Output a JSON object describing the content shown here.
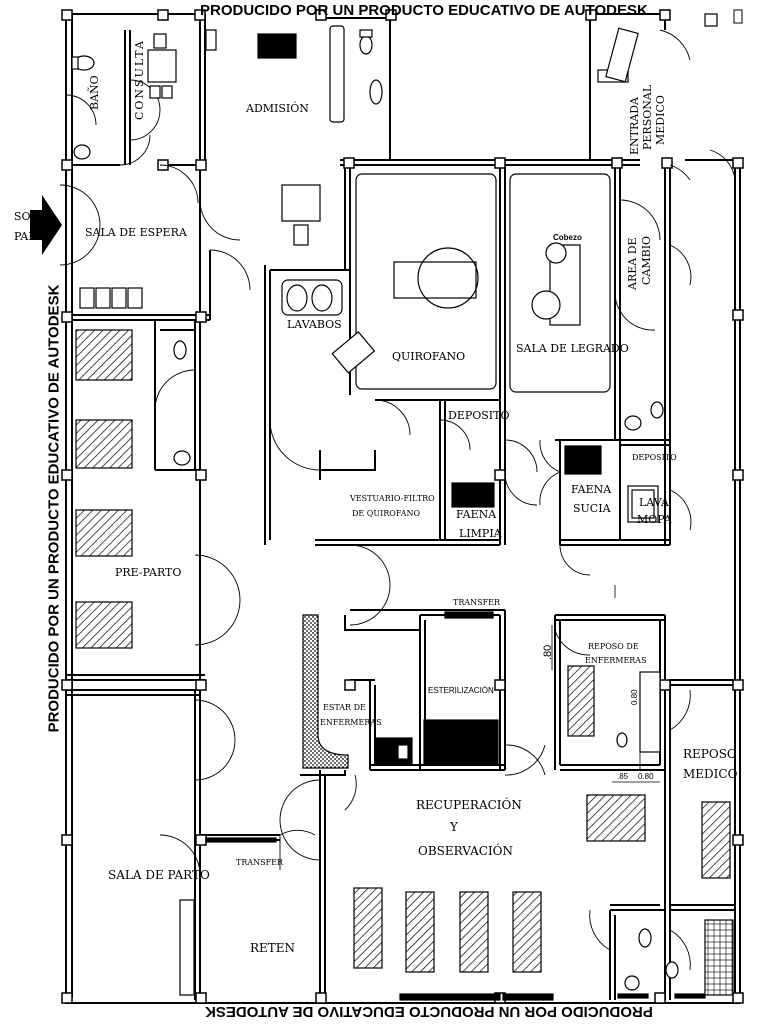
{
  "watermark": "PRODUCIDO POR UN PRODUCTO EDUCATIVO DE AUTODESK",
  "rooms": {
    "bano": "BAÑO",
    "consulta": "CONSULTA",
    "admision": "ADMISIÓN",
    "entrada_personal": [
      "ENTRADA",
      "PERSONAL",
      "MEDICO"
    ],
    "sala_espera": "SALA DE ESPERA",
    "ingreso": [
      "SO",
      "PAL"
    ],
    "lavabos": "LAVABOS",
    "quirofano": "QUIROFANO",
    "sala_legrado": "SALA DE LEGRADO",
    "cobezo": "Cobezo",
    "area_cambio": [
      "AREA DE",
      "CAMBIO"
    ],
    "deposito_1": "DEPOSITO",
    "deposito_2": "DEPOSITO",
    "faena_limpia": [
      "FAENA",
      "LIMPIA"
    ],
    "faena_sucia": [
      "FAENA",
      "SUCIA"
    ],
    "lava_mopa": [
      "LAVA",
      "MOPA"
    ],
    "vestuario": [
      "VESTUARIO-FILTRO",
      "DE QUIROFANO"
    ],
    "pre_parto": "PRE-PARTO",
    "transfer_1": "TRANSFER",
    "transfer_2": "TRANSFER",
    "reposo_enfermeras": [
      "REPOSO DE",
      "ENFERMERAS"
    ],
    "estar_enfermeras": [
      "ESTAR DE",
      "ENFERMERAS"
    ],
    "esterilizacion": "ESTERILIZACIÓN",
    "reposo_medico": [
      "REPOSO",
      "MEDICO"
    ],
    "recuperacion": [
      "RECUPERACIÓN",
      "Y",
      "OBSERVACIÓN"
    ],
    "sala_parto": "SALA DE PARTO",
    "reten": "RETEN"
  },
  "dimensions": {
    "d80": ".80",
    "d080": "0.80",
    "d85": ".85",
    "d0802": "0.80"
  }
}
